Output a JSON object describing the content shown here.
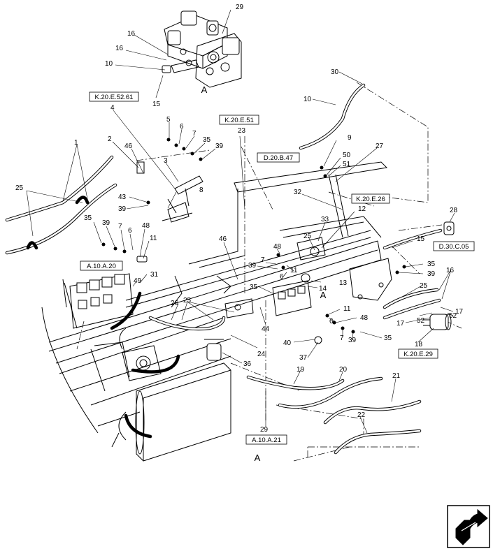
{
  "view_letters": {
    "detail_top": "A",
    "frame_valve": "A",
    "bottom": "A"
  },
  "ref_boxes": {
    "k20e5261": "K.20.E.52.61",
    "k20e51": "K.20.E.51",
    "d20b47": "D.20.B.47",
    "k20e26": "K.20.E.26",
    "d30c05": "D.30.C.05",
    "a10a20": "A.10.A.20",
    "k20e29": "K.20.E.29",
    "a10a21": "A.10.A.21"
  },
  "callouts": {
    "c29_top": "29",
    "c16_a": "16",
    "c16_b": "16",
    "c10_top": "10",
    "c15_top": "15",
    "c30": "30",
    "c10_mid": "10",
    "c4": "4",
    "c23": "23",
    "c5": "5",
    "c6_top": "6",
    "c7_top": "7",
    "c35_top": "35",
    "c39_top": "39",
    "c2": "2",
    "c46_top": "46",
    "c1": "1",
    "c3": "3",
    "c8": "8",
    "c9": "9",
    "c50": "50",
    "c51": "51",
    "c27": "27",
    "c25_left": "25",
    "c43": "43",
    "c39_left": "39",
    "c32": "32",
    "c12": "12",
    "c28": "28",
    "c35_left": "35",
    "c39_l2": "39",
    "c7_left": "7",
    "c6_left": "6",
    "c48_left": "48",
    "c11_left": "11",
    "c46_mid": "46",
    "c33": "33",
    "c25_mid": "25",
    "c48_mid": "48",
    "c7_mid": "7",
    "c11_mid": "11",
    "c39_mid": "39",
    "c6_mid": "6",
    "c15_right": "15",
    "c35_r1": "35",
    "c39_r1": "39",
    "c16_right": "16",
    "c25_right": "25",
    "c31": "31",
    "c49": "49",
    "c35_mid": "35",
    "c14": "14",
    "c13": "13",
    "c26": "26",
    "c25_low": "25",
    "c11_low": "11",
    "c48_low": "48",
    "c6_low": "6",
    "c7_low": "7",
    "c39_low": "39",
    "c35_low": "35",
    "c17_a": "17",
    "c17_b": "17",
    "c52_a": "52",
    "c52_b": "52",
    "c18": "18",
    "c44": "44",
    "c40": "40",
    "c24": "24",
    "c36": "36",
    "c37": "37",
    "c19": "19",
    "c20": "20",
    "c21": "21",
    "c22": "22",
    "c29_bottom": "29"
  },
  "nav_icon": "page-turn-arrow-icon"
}
